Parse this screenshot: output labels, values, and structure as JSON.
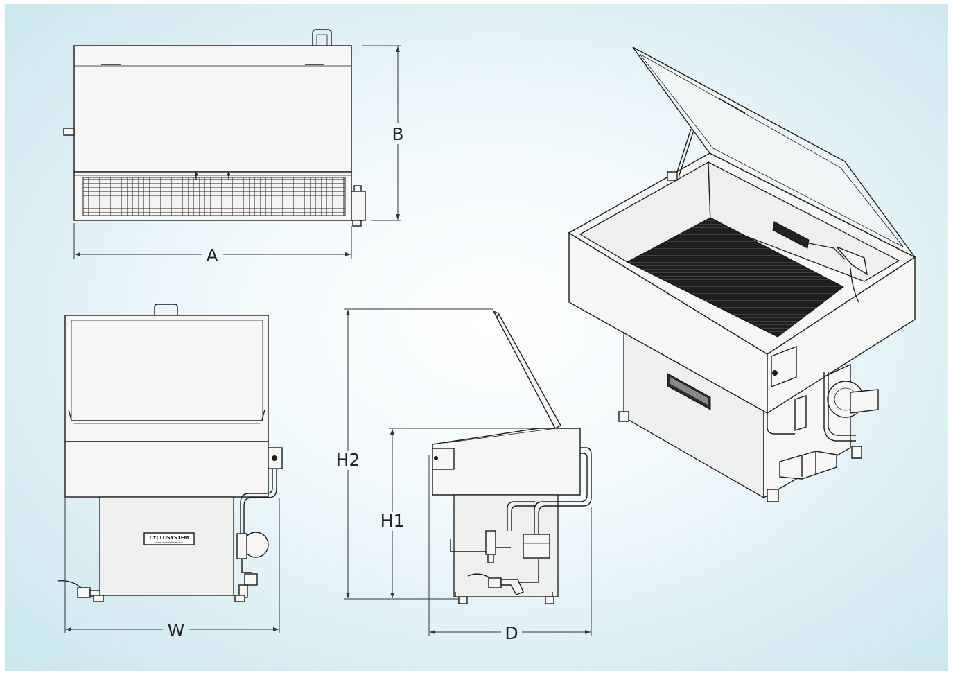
{
  "dimensions": {
    "a": "A",
    "b": "B",
    "w": "W",
    "d": "D",
    "h1": "H1",
    "h2": "H2"
  },
  "brand_plate": {
    "name": "CYCLOSYSTEM",
    "url": "www.cyclosystem.com"
  },
  "colors": {
    "background_center": "#ffffff",
    "background_edge": "#c9e6ee",
    "line": "#1b1b1b"
  }
}
